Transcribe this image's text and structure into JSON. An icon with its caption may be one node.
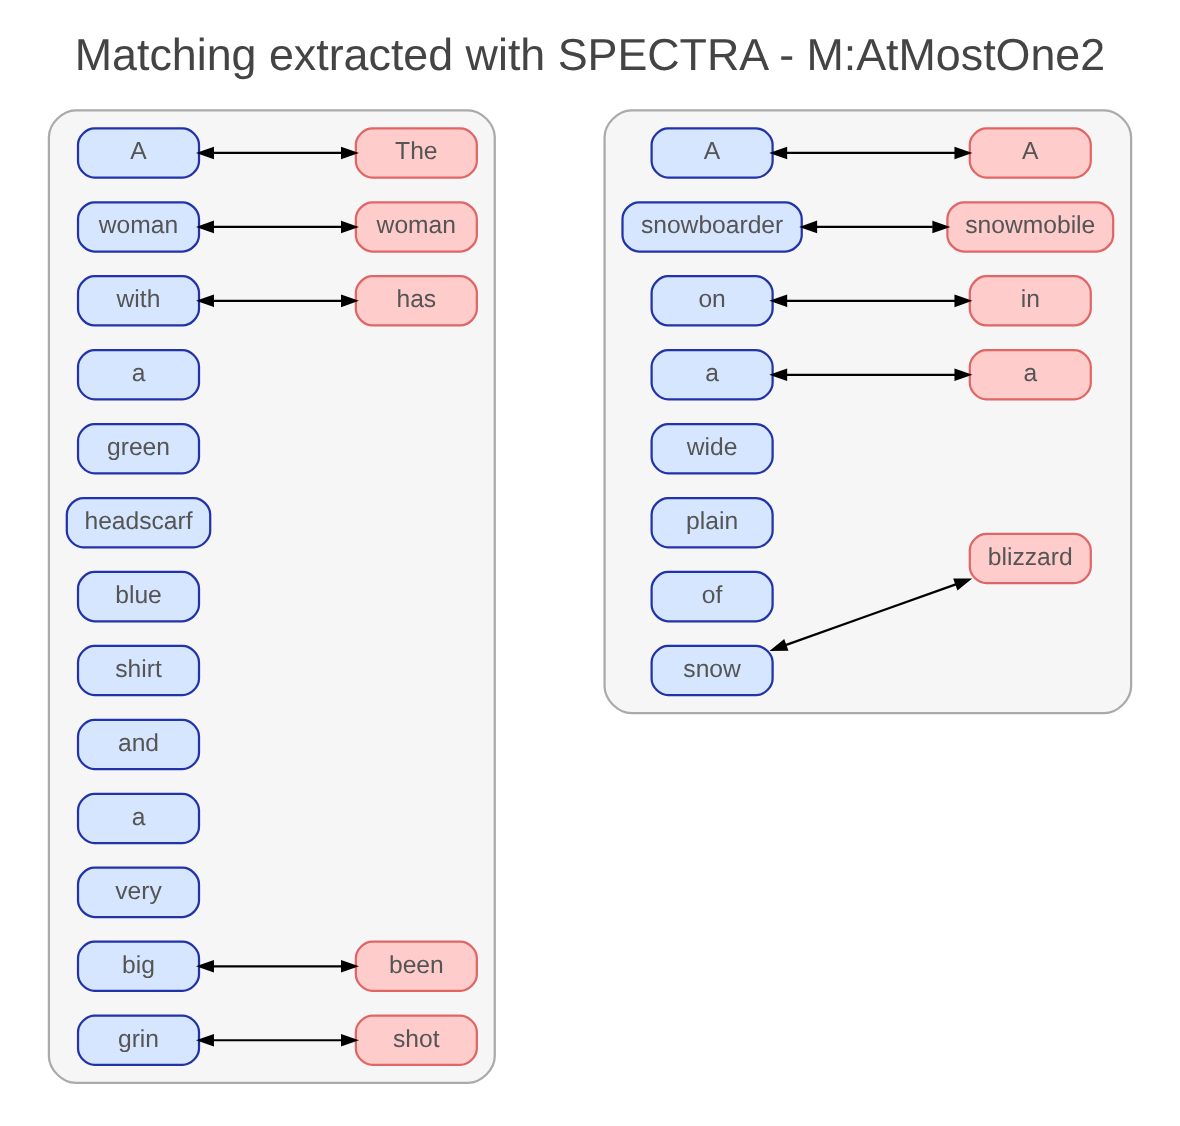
{
  "diagram": {
    "title": "Matching extracted with SPECTRA - M:AtMostOne2",
    "nodes": [
      {
        "text": [],
        "shape": "box"
      },
      {
        "text": [
          "A"
        ],
        "in": 0
      },
      {
        "text": [
          "woman"
        ],
        "in": 0
      },
      {
        "text": [
          "with"
        ],
        "in": 0
      },
      {
        "text": [
          "a"
        ],
        "in": 0
      },
      {
        "text": [
          "green"
        ],
        "in": 0
      },
      {
        "text": [
          "headscarf"
        ],
        "in": 0
      },
      {
        "text": [
          "blue"
        ],
        "in": 0
      },
      {
        "text": [
          "shirt"
        ],
        "in": 0
      },
      {
        "text": [
          "and"
        ],
        "in": 0
      },
      {
        "text": [
          "a"
        ],
        "in": 0
      },
      {
        "text": [
          "very"
        ],
        "in": 0
      },
      {
        "text": [
          "big"
        ],
        "in": 0
      },
      {
        "text": [
          "grin"
        ],
        "in": 0
      },
      {
        "text": [
          "The"
        ],
        "in": 0
      },
      {
        "text": [
          "woman"
        ],
        "in": 0
      },
      {
        "text": [
          "has"
        ],
        "in": 0
      },
      {
        "text": [
          "been"
        ],
        "in": 0
      },
      {
        "text": [
          "shot"
        ],
        "in": 0
      },
      {
        "text": [],
        "shape": "box"
      },
      {
        "text": [
          "A"
        ],
        "in": 19
      },
      {
        "text": [
          "snowboarder"
        ],
        "in": 19
      },
      {
        "text": [
          "on"
        ],
        "in": 19
      },
      {
        "text": [
          "a"
        ],
        "in": 19
      },
      {
        "text": [
          "wide"
        ],
        "in": 19
      },
      {
        "text": [
          "plain"
        ],
        "in": 19
      },
      {
        "text": [
          "of"
        ],
        "in": 19
      },
      {
        "text": [
          "snow"
        ],
        "in": 19
      },
      {
        "text": [
          "A"
        ],
        "in": 19
      },
      {
        "text": [
          "snowmobile"
        ],
        "in": 19
      },
      {
        "text": [
          "in"
        ],
        "in": 19
      },
      {
        "text": [
          "a"
        ],
        "in": 19
      },
      {
        "text": [
          "blizzard"
        ],
        "in": 19
      }
    ],
    "edges": [
      {
        "from": 1,
        "to": 14,
        "arrow": "both"
      },
      {
        "from": 2,
        "to": 15,
        "arrow": "both"
      },
      {
        "from": 3,
        "to": 16,
        "arrow": "both"
      },
      {
        "from": 12,
        "to": 17,
        "arrow": "both"
      },
      {
        "from": 13,
        "to": 18,
        "arrow": "both"
      },
      {
        "from": 20,
        "to": 28,
        "arrow": "both"
      },
      {
        "from": 21,
        "to": 29,
        "arrow": "both"
      },
      {
        "from": 22,
        "to": 30,
        "arrow": "both"
      },
      {
        "from": 23,
        "to": 31,
        "arrow": "both"
      },
      {
        "from": 27,
        "to": 32,
        "arrow": "both"
      }
    ]
  }
}
